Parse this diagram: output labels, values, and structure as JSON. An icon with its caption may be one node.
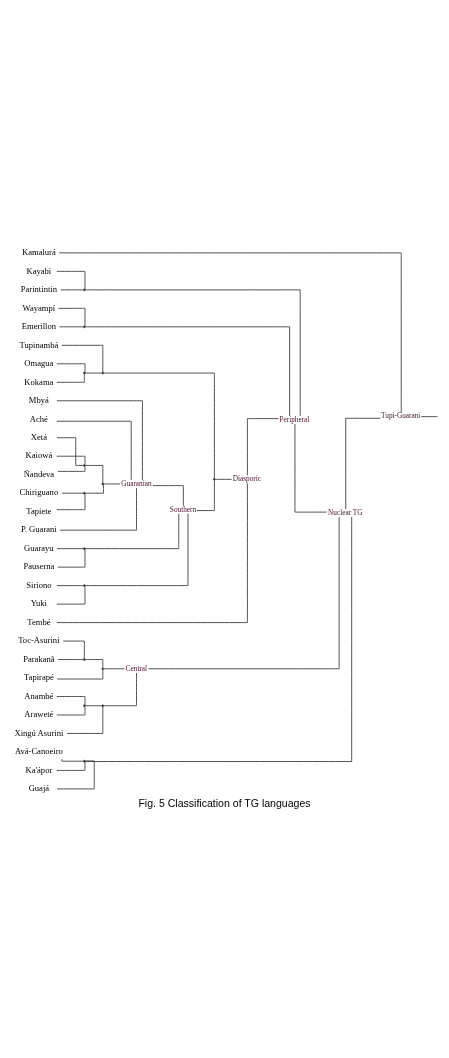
{
  "diagram": {
    "caption": "Fig. 5 Classification of TG languages",
    "nodes": [
      {
        "text": [
          "Tapiete"
        ]
      },
      {
        "text": [
          "Chiriguano"
        ]
      },
      {
        "text": [
          "Xetá"
        ]
      },
      {
        "text": [
          "Kaiowá"
        ]
      },
      {
        "text": [
          "Ñandeva"
        ]
      },
      {
        "text": [
          "P. Guarani"
        ]
      },
      {
        "text": [
          "Mbyá"
        ]
      },
      {
        "text": [
          "Aché"
        ]
      },
      {
        "text": [
          "Guarayu"
        ]
      },
      {
        "text": [
          "Pauserna"
        ]
      },
      {
        "text": [
          "Siriono"
        ]
      },
      {
        "text": [
          "Yuki"
        ]
      },
      {
        "text": [
          "Tupinambá"
        ]
      },
      {
        "text": [
          "Omagua"
        ]
      },
      {
        "text": [
          "Kokama"
        ]
      },
      {
        "text": [
          "Tembé"
        ]
      },
      {
        "text": [
          "Kayabi"
        ]
      },
      {
        "text": [
          "Parintintin"
        ]
      },
      {
        "text": [
          "Wayampí"
        ]
      },
      {
        "text": [
          "Emerillon"
        ]
      },
      {
        "text": [
          "Tapirapé"
        ]
      },
      {
        "text": [
          "Toc-Asurini"
        ]
      },
      {
        "text": [
          "Parakanã"
        ]
      },
      {
        "text": [
          "Xingú Asurini"
        ]
      },
      {
        "text": [
          "Anambé"
        ]
      },
      {
        "text": [
          "Araweté"
        ]
      },
      {
        "text": [
          "Avá-Canoeiro"
        ]
      },
      {
        "text": [
          "Ka'ápor"
        ]
      },
      {
        "text": [
          "Guajá"
        ]
      },
      {
        "text": [
          "Kamalurá"
        ]
      },
      {
        "text": [],
        "shape": "point"
      },
      {
        "text": [],
        "shape": "point"
      },
      {
        "text": [],
        "shape": "point"
      },
      {
        "text": [
          "Guaranian"
        ]
      },
      {
        "text": [],
        "shape": "point"
      },
      {
        "text": [],
        "shape": "point"
      },
      {
        "text": [
          "Southern"
        ]
      },
      {
        "text": [],
        "shape": "point"
      },
      {
        "text": [],
        "shape": "point"
      },
      {
        "text": [],
        "shape": "point"
      },
      {
        "text": [
          "Diasporic"
        ]
      },
      {
        "text": [],
        "shape": "point"
      },
      {
        "text": [],
        "shape": "point"
      },
      {
        "text": [
          "Peripheral"
        ]
      },
      {
        "text": [],
        "shape": "point"
      },
      {
        "text": [],
        "shape": "point"
      },
      {
        "text": [],
        "shape": "point"
      },
      {
        "text": [],
        "shape": "point"
      },
      {
        "text": [
          "Central"
        ]
      },
      {
        "text": [],
        "shape": "point"
      },
      {
        "text": [
          "Nuclear TG"
        ]
      },
      {
        "text": [
          "Tupi-Guarani"
        ]
      }
    ],
    "edges": [
      {
        "from": 0,
        "to": 30,
        "arrow": "none"
      },
      {
        "from": 1,
        "to": 30,
        "arrow": "none"
      },
      {
        "from": 2,
        "to": 31,
        "arrow": "none"
      },
      {
        "from": 4,
        "to": 31,
        "arrow": "none"
      },
      {
        "from": 3,
        "to": 31,
        "arrow": "none"
      },
      {
        "from": 30,
        "to": 32,
        "arrow": "none"
      },
      {
        "from": 31,
        "to": 32,
        "arrow": "none"
      },
      {
        "from": 32,
        "to": 33,
        "arrow": "none"
      },
      {
        "from": 5,
        "to": 33,
        "arrow": "none"
      },
      {
        "from": 6,
        "to": 33,
        "arrow": "none"
      },
      {
        "from": 7,
        "to": 33,
        "arrow": "none"
      },
      {
        "from": 8,
        "to": 34,
        "arrow": "none"
      },
      {
        "from": 9,
        "to": 34,
        "arrow": "none"
      },
      {
        "from": 10,
        "to": 35,
        "arrow": "none"
      },
      {
        "from": 11,
        "to": 35,
        "arrow": "none"
      },
      {
        "from": 33,
        "to": 36,
        "arrow": "none"
      },
      {
        "from": 34,
        "to": 36,
        "arrow": "none"
      },
      {
        "from": 35,
        "to": 36,
        "arrow": "none"
      },
      {
        "from": 13,
        "to": 37,
        "arrow": "none"
      },
      {
        "from": 14,
        "to": 37,
        "arrow": "none"
      },
      {
        "from": 12,
        "to": 38,
        "arrow": "none"
      },
      {
        "from": 37,
        "to": 38,
        "arrow": "none"
      },
      {
        "from": 36,
        "to": 39,
        "arrow": "none"
      },
      {
        "from": 38,
        "to": 39,
        "arrow": "none"
      },
      {
        "from": 39,
        "to": 40,
        "arrow": "none"
      },
      {
        "from": 15,
        "to": 40,
        "arrow": "none"
      },
      {
        "from": 16,
        "to": 41,
        "arrow": "none"
      },
      {
        "from": 17,
        "to": 41,
        "arrow": "none"
      },
      {
        "from": 18,
        "to": 42,
        "arrow": "none"
      },
      {
        "from": 19,
        "to": 42,
        "arrow": "none"
      },
      {
        "from": 40,
        "to": 43,
        "arrow": "none"
      },
      {
        "from": 41,
        "to": 43,
        "arrow": "none"
      },
      {
        "from": 42,
        "to": 43,
        "arrow": "none"
      },
      {
        "from": 21,
        "to": 44,
        "arrow": "none"
      },
      {
        "from": 22,
        "to": 44,
        "arrow": "none"
      },
      {
        "from": 20,
        "to": 45,
        "arrow": "none"
      },
      {
        "from": 44,
        "to": 45,
        "arrow": "none"
      },
      {
        "from": 24,
        "to": 46,
        "arrow": "none"
      },
      {
        "from": 25,
        "to": 46,
        "arrow": "none"
      },
      {
        "from": 23,
        "to": 47,
        "arrow": "none"
      },
      {
        "from": 46,
        "to": 47,
        "arrow": "none"
      },
      {
        "from": 45,
        "to": 48,
        "arrow": "none"
      },
      {
        "from": 47,
        "to": 48,
        "arrow": "none"
      },
      {
        "from": 26,
        "to": 49,
        "arrow": "none"
      },
      {
        "from": 28,
        "to": 49,
        "arrow": "none"
      },
      {
        "from": 27,
        "to": 49,
        "arrow": "none"
      },
      {
        "from": 43,
        "to": 50,
        "arrow": "none"
      },
      {
        "from": 48,
        "to": 50,
        "arrow": "none"
      },
      {
        "from": 49,
        "to": 50,
        "arrow": "none"
      },
      {
        "from": 50,
        "to": 51,
        "arrow": "none"
      },
      {
        "from": 29,
        "to": 51,
        "arrow": "none"
      },
      {
        "from": 51,
        "to": null,
        "arrow": "none"
      }
    ]
  }
}
